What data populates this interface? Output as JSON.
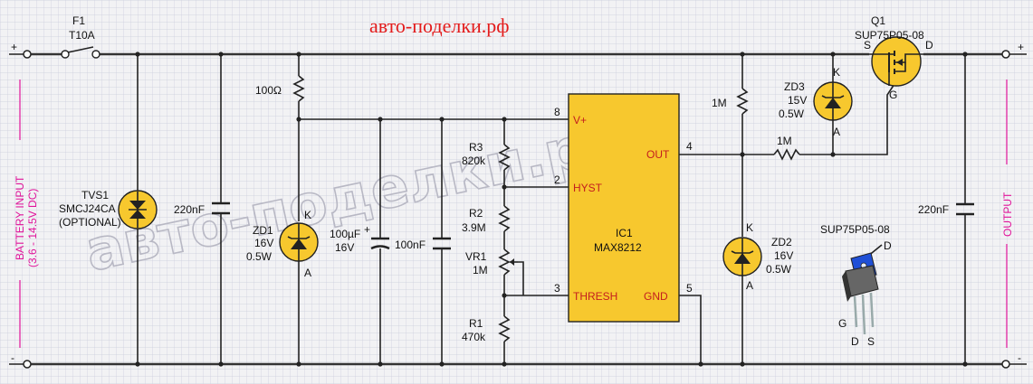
{
  "site": {
    "title": "авто-поделки.рф",
    "watermark": "авто-поделки.рф"
  },
  "io": {
    "input_label": "BATTERY INPUT",
    "input_range": "(3.6 - 14.5V DC)",
    "output_label": "OUTPUT"
  },
  "components": {
    "f1": {
      "ref": "F1",
      "value": "T10A"
    },
    "tvs1": {
      "ref": "TVS1",
      "value": "SMCJ24CA",
      "note": "(OPTIONAL)"
    },
    "c_in": {
      "value": "220nF"
    },
    "r_top": {
      "value": "100Ω"
    },
    "zd1": {
      "ref": "ZD1",
      "voltage": "16V",
      "power": "0.5W",
      "k": "K",
      "a": "A"
    },
    "c_bulk": {
      "value": "100µF",
      "voltage": "16V"
    },
    "c_100n": {
      "value": "100nF"
    },
    "r3": {
      "ref": "R3",
      "value": "820k"
    },
    "r2": {
      "ref": "R2",
      "value": "3.9M"
    },
    "vr1": {
      "ref": "VR1",
      "value": "1M"
    },
    "r1": {
      "ref": "R1",
      "value": "470k"
    },
    "ic1": {
      "ref": "IC1",
      "part": "MAX8212",
      "pin_v": "V+",
      "pin_hyst": "HYST",
      "pin_thresh": "THRESH",
      "pin_out": "OUT",
      "pin_gnd": "GND",
      "n8": "8",
      "n2": "2",
      "n3": "3",
      "n4": "4",
      "n5": "5"
    },
    "r_gate_pu": {
      "value": "1M"
    },
    "r_gate": {
      "value": "1M"
    },
    "zd3": {
      "ref": "ZD3",
      "voltage": "15V",
      "power": "0.5W",
      "k": "K",
      "a": "A"
    },
    "zd2": {
      "ref": "ZD2",
      "voltage": "16V",
      "power": "0.5W",
      "k": "K",
      "a": "A"
    },
    "q1": {
      "ref": "Q1",
      "part": "SUP75P05-08",
      "s": "S",
      "d": "D",
      "g": "G"
    },
    "c_out": {
      "value": "220nF"
    },
    "pkg": {
      "part": "SUP75P05-08",
      "d": "D",
      "g": "G",
      "d2": "D",
      "s": "S"
    }
  },
  "colors": {
    "component_fill": "#f7c82e",
    "label_red": "#c41e1e",
    "magenta": "#e0149a",
    "site_red": "#e31b1b",
    "grid": "#c9ccdc"
  }
}
